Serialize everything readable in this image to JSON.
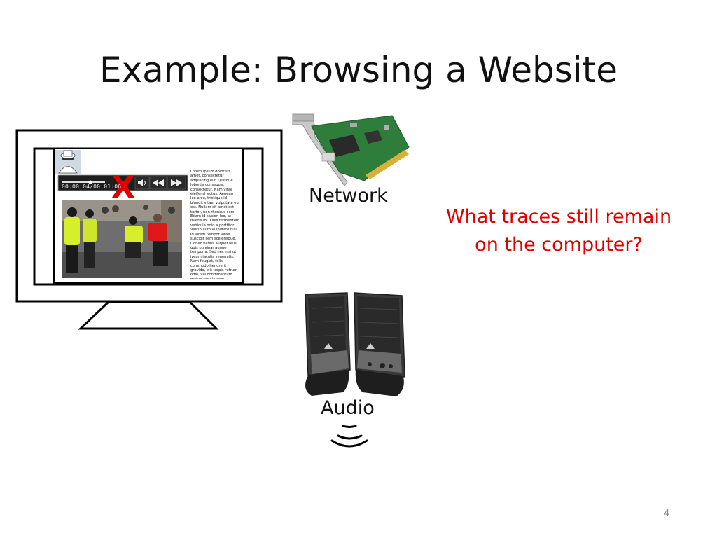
{
  "slide": {
    "title": "Example: Browsing a Website",
    "page_number": "4"
  },
  "monitor": {
    "player_time": "00:00:04/00:01:06",
    "article_text": "Lorem ipsum dolor sit amet, consectetur adipiscing elit. Quisque lobortis consequat consectetur. Nam vitae eleifend lectus. Aenean leo arcu, tristique id blandit vitae, vulputate eu est. Nullam sit amet est tortor, non rhoncus sem. Etiam id sapien leo, at mattis mi. Duis fermentum vehicula odio a porttitor. Vestibulum vulputate nisi id lorem tempor vitae suscipit sem scelerisque. Donec varius aliquet felis quis pulvinar augue tempor a. Sed nec nisi ut ipsum iaculis venenatis. Nam feugiat, felis commodo hendrerit gravida, elit turpis rutrum odio, vel condimentum metus arcu in sem.",
    "blocked_mark": "X"
  },
  "network": {
    "label": "Network"
  },
  "audio": {
    "label": "Audio"
  },
  "question": {
    "text": "What traces still remain on the computer?",
    "color": "#e00000"
  }
}
